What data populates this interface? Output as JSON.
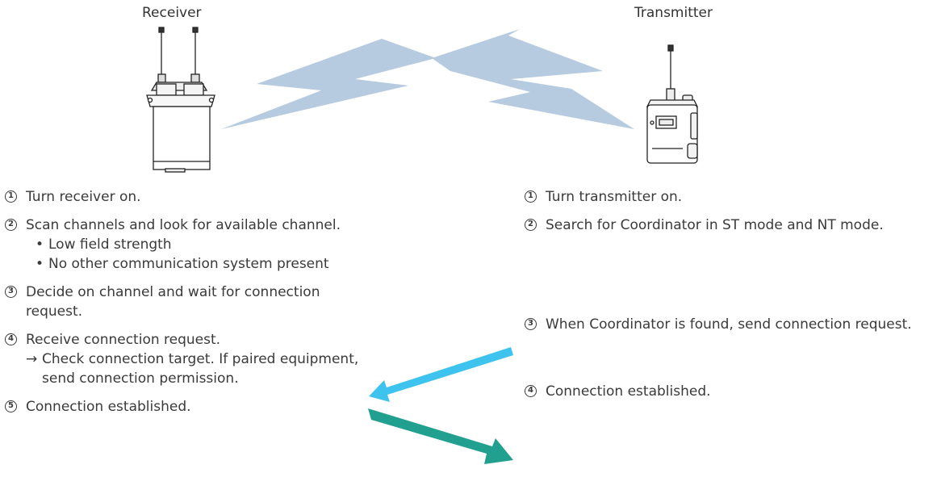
{
  "receiver": {
    "title": "Receiver",
    "steps": [
      {
        "num": "1",
        "text": "Turn receiver on."
      },
      {
        "num": "2",
        "text": "Scan channels and look for available channel.",
        "bullets": [
          "Low field strength",
          "No other communication system present"
        ]
      },
      {
        "num": "3",
        "text": "Decide on channel and wait for connection request."
      },
      {
        "num": "4",
        "text": "Receive connection request.",
        "note_arrow": "→",
        "note": "Check connection target. If paired equipment, send connection permission."
      },
      {
        "num": "5",
        "text": "Connection established."
      }
    ]
  },
  "transmitter": {
    "title": "Transmitter",
    "steps": [
      {
        "num": "1",
        "text": "Turn transmitter on."
      },
      {
        "num": "2",
        "text": "Search for Coordinator in ST mode and NT mode."
      },
      {
        "num": "3",
        "text": "When Coordinator is found, send connection request."
      },
      {
        "num": "4",
        "text": "Connection established."
      }
    ]
  },
  "colors": {
    "request_arrow": "#3ec3ee",
    "permission_arrow": "#22a08f",
    "signal": "#b7cbe0"
  },
  "icons": {
    "receiver": "receiver-unit-icon",
    "transmitter": "bodypack-transmitter-icon"
  }
}
